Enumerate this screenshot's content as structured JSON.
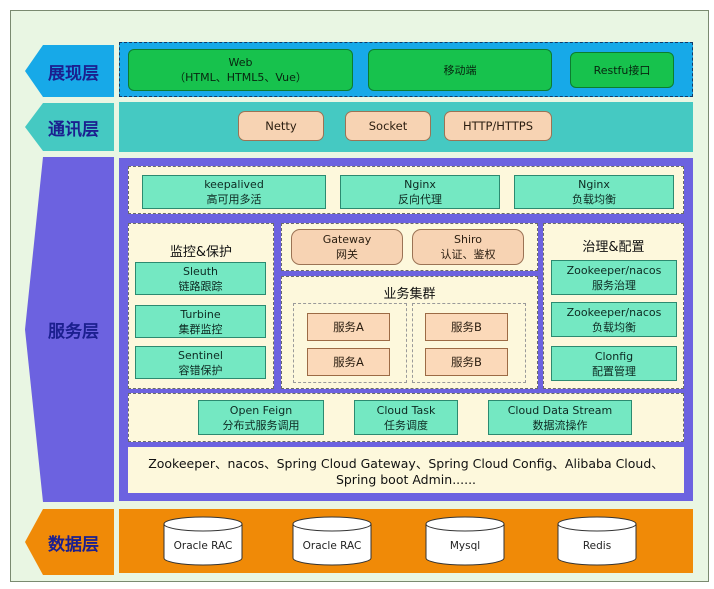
{
  "layers": {
    "presentation": "展现层",
    "communication": "通讯层",
    "service": "服务层",
    "data": "数据层"
  },
  "presentation": {
    "web_line1": "Web",
    "web_line2": "（HTML、HTML5、Vue）",
    "mobile": "移动端",
    "restful": "Restfu接口"
  },
  "communication": {
    "items": [
      "Netty",
      "Socket",
      "HTTP/HTTPS"
    ]
  },
  "service": {
    "top": [
      {
        "name": "keepalived",
        "desc": "高可用多活"
      },
      {
        "name": "Nginx",
        "desc": "反向代理"
      },
      {
        "name": "Nginx",
        "desc": "负载均衡"
      }
    ],
    "monitor": {
      "title": "监控&保护",
      "items": [
        {
          "name": "Sleuth",
          "desc": "链路跟踪"
        },
        {
          "name": "Turbine",
          "desc": "集群监控"
        },
        {
          "name": "Sentinel",
          "desc": "容错保护"
        }
      ]
    },
    "gateway": {
      "name": "Gateway",
      "desc": "网关"
    },
    "shiro": {
      "name": "Shiro",
      "desc": "认证、鉴权"
    },
    "cluster": {
      "title": "业务集群",
      "left": [
        "服务A",
        "服务A"
      ],
      "right": [
        "服务B",
        "服务B"
      ]
    },
    "governance": {
      "title": "治理&配置",
      "items": [
        {
          "name": "Zookeeper/nacos",
          "desc": "服务治理"
        },
        {
          "name": "Zookeeper/nacos",
          "desc": "负载均衡"
        },
        {
          "name": "Clonfig",
          "desc": "配置管理"
        }
      ]
    },
    "bottom": [
      {
        "name": "Open Feign",
        "desc": "分布式服务调用"
      },
      {
        "name": "Cloud Task",
        "desc": "任务调度"
      },
      {
        "name": "Cloud Data Stream",
        "desc": "数据流操作"
      }
    ],
    "footer_line1": "Zookeeper、nacos、Spring Cloud Gateway、Spring Cloud Config、Alibaba Cloud、",
    "footer_line2": "Spring boot Admin......"
  },
  "data": {
    "databases": [
      "Oracle RAC",
      "Oracle RAC",
      "Mysql",
      "Redis"
    ]
  },
  "colors": {
    "presentation": "#17a9e8",
    "communication": "#45c9c2",
    "service": "#6c62e0",
    "data": "#f08a07"
  }
}
